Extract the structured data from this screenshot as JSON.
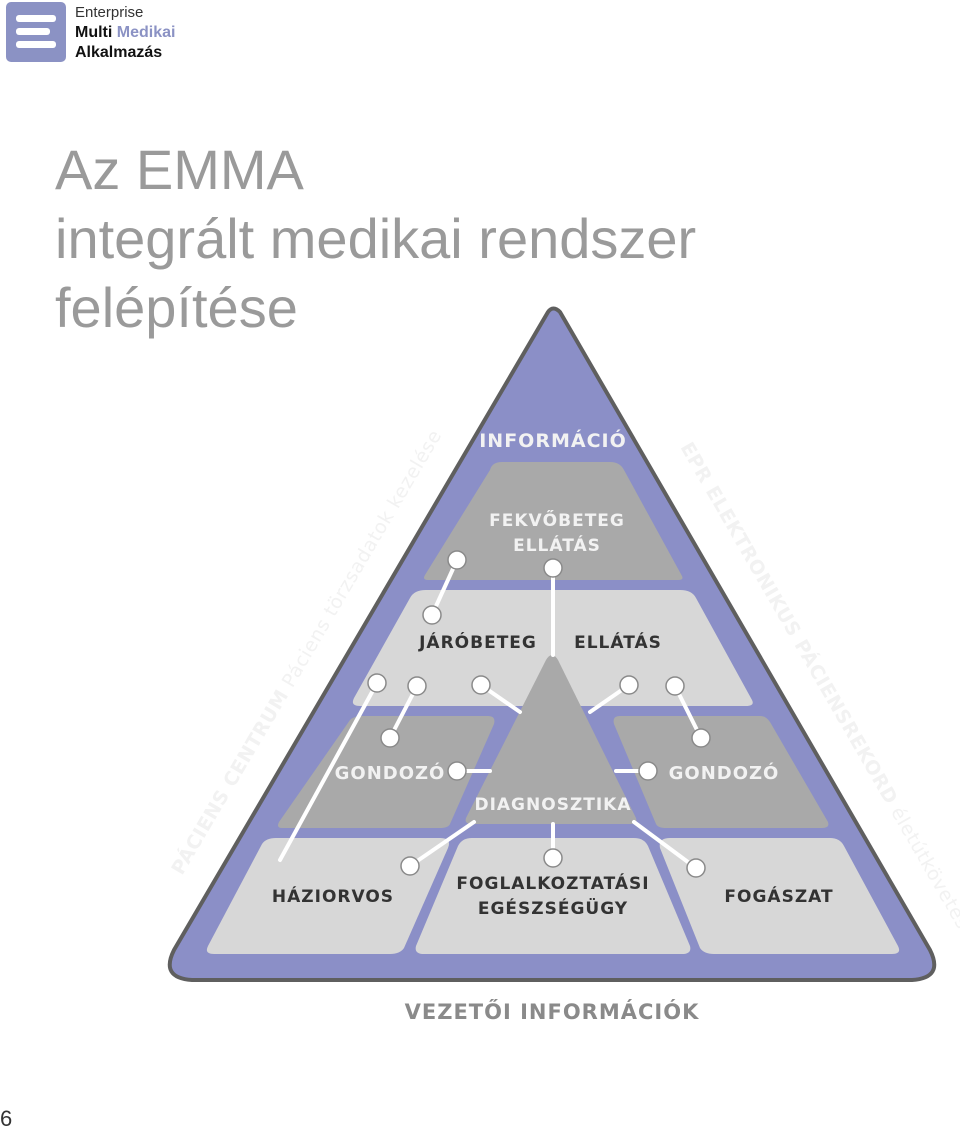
{
  "logo": {
    "line1": "Enterprise",
    "line2a": "Multi",
    "line2b": "Medikai",
    "line3": "Alkalmazás"
  },
  "title": {
    "line1": "Az EMMA",
    "line2": "integrált medikai rendszer",
    "line3": "felépítése"
  },
  "pyramid": {
    "top_label": "INFORMÁCIÓ",
    "bottom_label": "VEZETŐI INFORMÁCIÓK",
    "left_side_bold": "PÁCIENS CENTRUM",
    "left_side_rest": " Páciens törzsadatok kezelése",
    "right_side_bold": "EPR ELEKTRONIKUS PÁCIENSREKORD",
    "right_side_rest": " életútkövetés",
    "blocks": {
      "fekvobeteg_1": "FEKVŐBETEG",
      "fekvobeteg_2": "ELLÁTÁS",
      "jarobeteg": "JÁRÓBETEG",
      "ellatas": "ELLÁTÁS",
      "gondozo_left": "GONDOZÓ",
      "gondozo_right": "GONDOZÓ",
      "diagnosztika": "DIAGNOSZTIKA",
      "haziorvos": "HÁZIORVOS",
      "foglalkoztatasi_1": "FOGLALKOZTATÁSI",
      "foglalkoztatasi_2": "EGÉSZSÉGÜGY",
      "fogaszat": "FOGÁSZAT"
    }
  },
  "page_number": "6",
  "colors": {
    "pyramid_fill": "#8b8fc7",
    "pyramid_border": "#5f5f5f",
    "block_light": "#d7d7d7",
    "block_dark": "#a9a9a9",
    "connector": "#ffffff",
    "title_text": "#9a9a9a"
  }
}
